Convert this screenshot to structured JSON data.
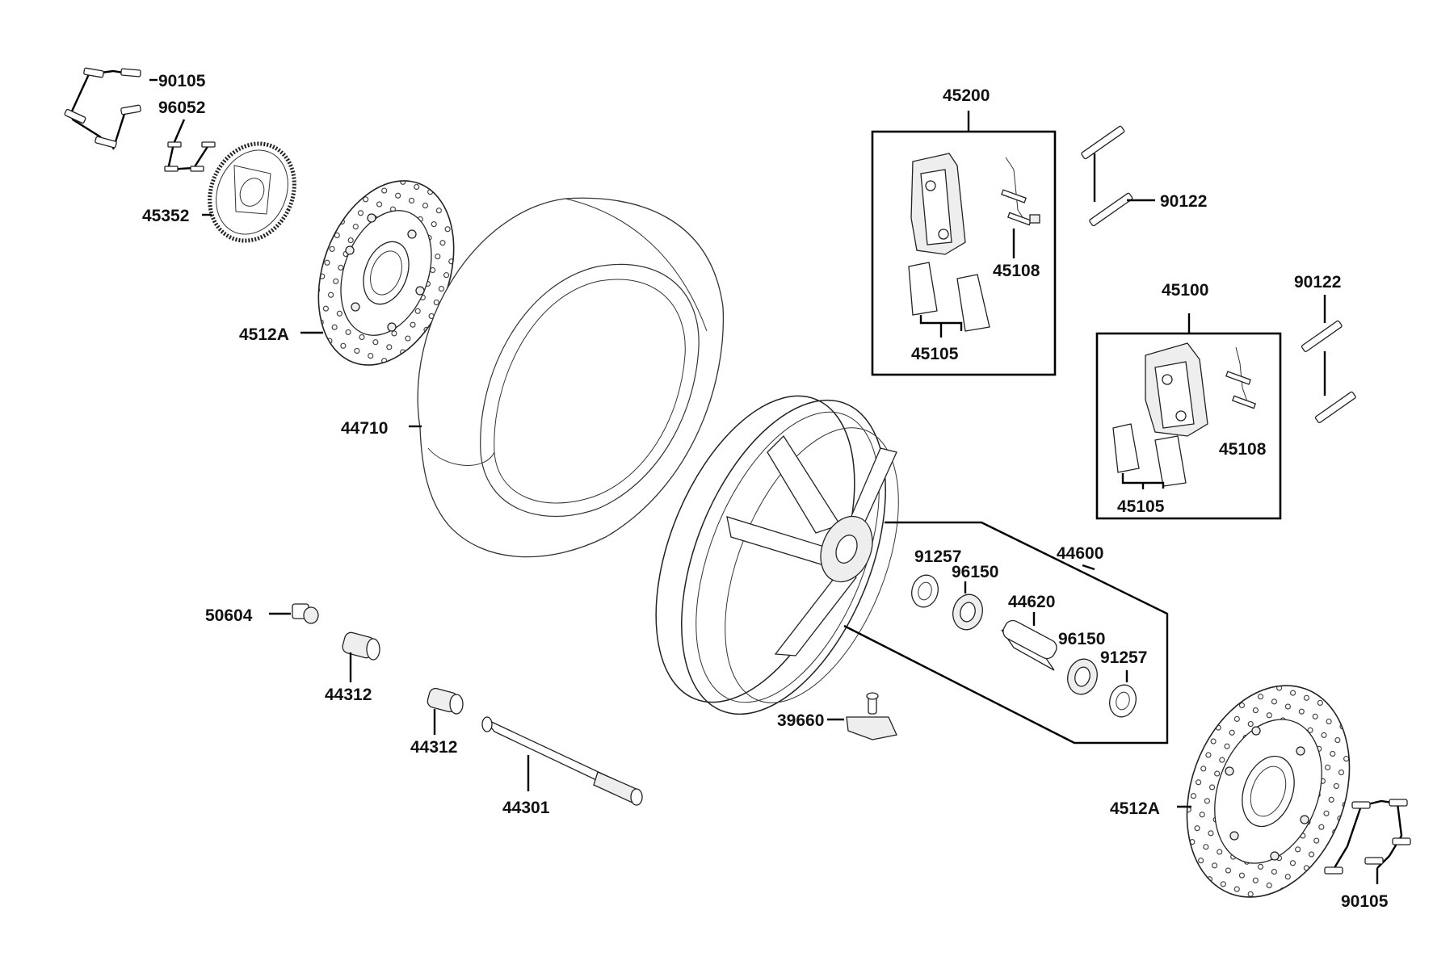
{
  "labels": {
    "l_90105_a": "90105",
    "l_96052": "96052",
    "l_45352": "45352",
    "l_4512A_a": "4512A",
    "l_44710": "44710",
    "l_45200": "45200",
    "l_45108_a": "45108",
    "l_45105_a": "45105",
    "l_90122_a": "90122",
    "l_90122_b": "90122",
    "l_45100": "45100",
    "l_45108_b": "45108",
    "l_45105_b": "45105",
    "l_44600": "44600",
    "l_91257_a": "91257",
    "l_96150_a": "96150",
    "l_44620": "44620",
    "l_96150_b": "96150",
    "l_91257_b": "91257",
    "l_50604": "50604",
    "l_44312_a": "44312",
    "l_44312_b": "44312",
    "l_44301": "44301",
    "l_39660": "39660",
    "l_4512A_b": "4512A",
    "l_90105_b": "90105"
  }
}
